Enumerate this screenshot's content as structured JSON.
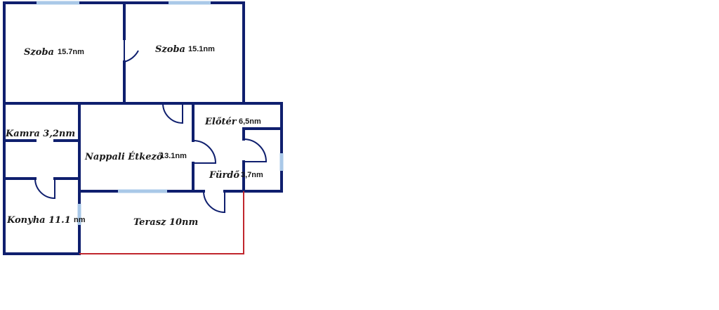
{
  "colors": {
    "wall": "#0f1f6e",
    "window": "#a9c8e8",
    "terrace_edge": "#c0262d",
    "text": "#1a1a1a",
    "background": "#ffffff"
  },
  "rooms": {
    "szoba1": {
      "name": "Szoba",
      "area": "15.7nm"
    },
    "szoba2": {
      "name": "Szoba",
      "area": "15.1nm"
    },
    "kamra": {
      "name": "Kamra 3,2nm"
    },
    "nappali": {
      "name": "Nappali Étkező",
      "area": "13.1nm"
    },
    "eloter": {
      "name": "Előtér",
      "area": "6,5nm"
    },
    "furdo": {
      "name": "Fürdő",
      "area": "3,7nm"
    },
    "konyha": {
      "name": "Konyha 11.1",
      "area": "nm"
    },
    "terasz": {
      "name": "Terasz 10nm"
    }
  }
}
